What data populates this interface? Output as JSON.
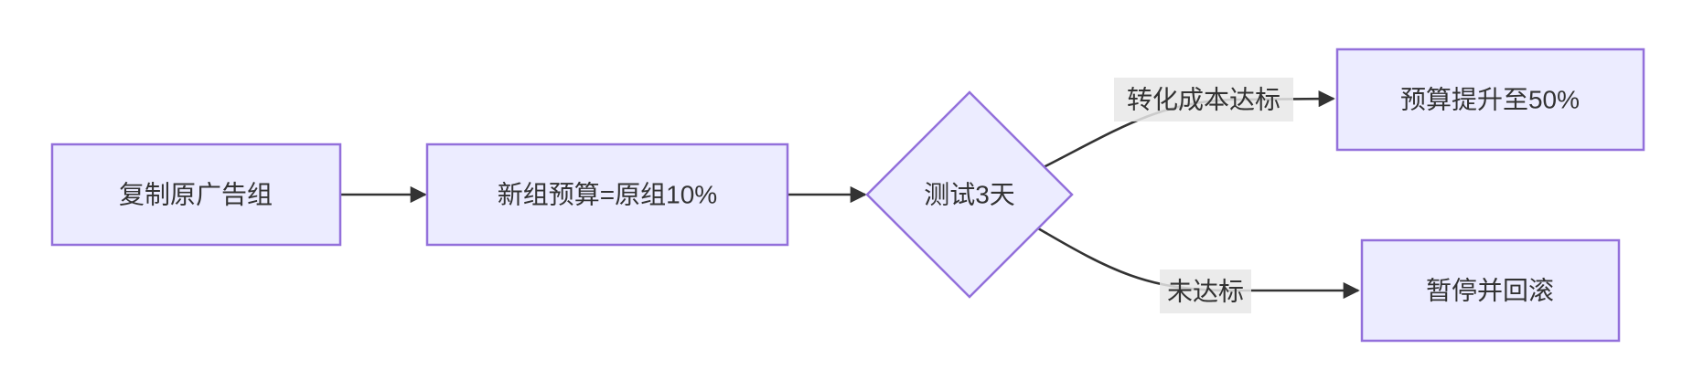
{
  "diagram": {
    "type": "flowchart",
    "direction": "left-to-right",
    "background": "#ffffff",
    "colors": {
      "node_fill": "#ECECFF",
      "node_border": "#9370DB",
      "edge_line": "#333333",
      "edge_label_bg": "#e8e8e8",
      "text": "#333333"
    },
    "nodes": [
      {
        "id": "copy-ad-group",
        "shape": "rectangle",
        "label": "复制原广告组"
      },
      {
        "id": "new-budget",
        "shape": "rectangle",
        "label": "新组预算=原组10%"
      },
      {
        "id": "test-3-days",
        "shape": "diamond",
        "label": "测试3天"
      },
      {
        "id": "raise-budget",
        "shape": "rectangle",
        "label": "预算提升至50%"
      },
      {
        "id": "pause-rollback",
        "shape": "rectangle",
        "label": "暂停并回滚"
      }
    ],
    "edges": [
      {
        "from": "copy-ad-group",
        "to": "new-budget",
        "label": ""
      },
      {
        "from": "new-budget",
        "to": "test-3-days",
        "label": ""
      },
      {
        "from": "test-3-days",
        "to": "raise-budget",
        "label": "转化成本达标"
      },
      {
        "from": "test-3-days",
        "to": "pause-rollback",
        "label": "未达标"
      }
    ]
  }
}
